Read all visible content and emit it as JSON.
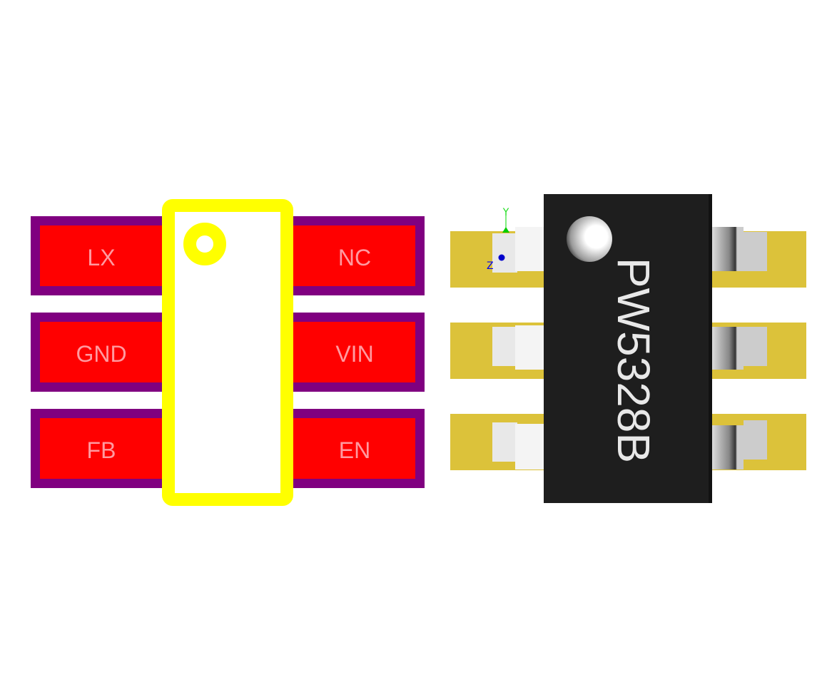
{
  "footprint": {
    "pins_left": [
      "LX",
      "GND",
      "FB"
    ],
    "pins_right": [
      "NC",
      "VIN",
      "EN"
    ],
    "colors": {
      "pad_outline": "#800080",
      "pad": "#ff0000",
      "silkscreen": "#ffff00"
    }
  },
  "model_3d": {
    "marking": "PW5328B",
    "axis_labels": {
      "y": "Y",
      "z": "Z"
    },
    "colors": {
      "body": "#1e1e1e",
      "pad": "#dcc23a",
      "lead": "#e8e8e8"
    }
  }
}
